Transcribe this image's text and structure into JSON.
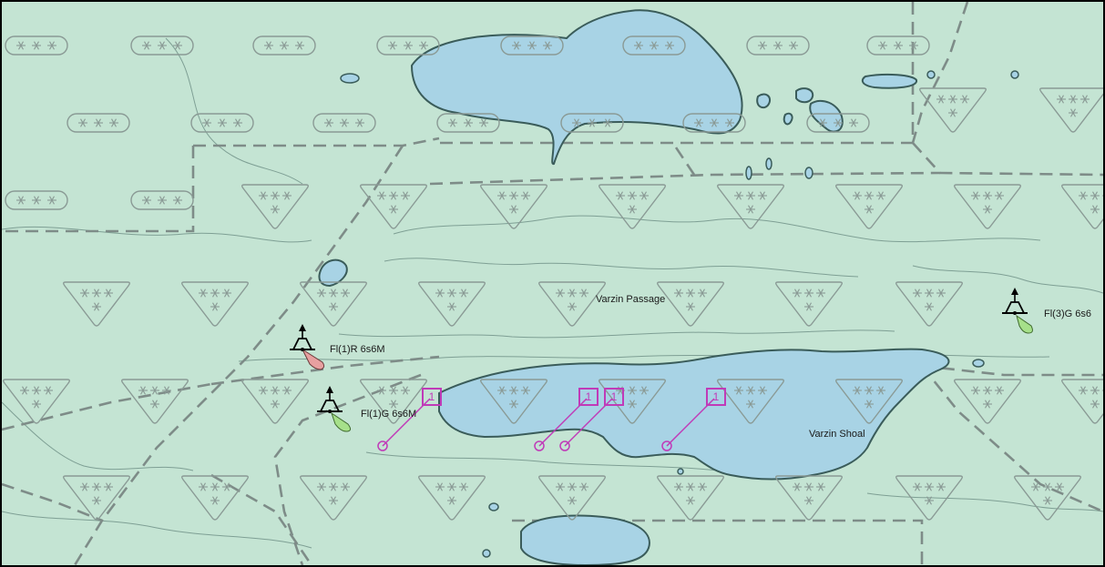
{
  "map": {
    "colors": {
      "water": "#c4e4d3",
      "land": "#a8d3e5",
      "coast": "#3a5c5a",
      "contour": "#7e9f94",
      "boundary": "#7e8c88",
      "symbol": "#8a9a95",
      "aid": "#c03ab8",
      "buoy": "#000000",
      "light_red": "#e7a0a0",
      "light_green": "#a6e08a"
    },
    "labels": {
      "passage": "Varzin Passage",
      "shoal": "Varzin Shoal"
    },
    "lights": [
      {
        "id": "red-buoy-west",
        "text": "Fl(1)R 6s6M",
        "color": "red"
      },
      {
        "id": "green-buoy-west",
        "text": "Fl(1)G 6s6M",
        "color": "green"
      },
      {
        "id": "green-buoy-east",
        "text": "Fl(3)G 6s6",
        "color": "green"
      }
    ],
    "aid_badge_text": "1",
    "icons": {
      "buoy": "lateral-buoy-icon",
      "seaweed": "seaweed-symbol-icon",
      "aid": "ais-aid-icon"
    }
  }
}
